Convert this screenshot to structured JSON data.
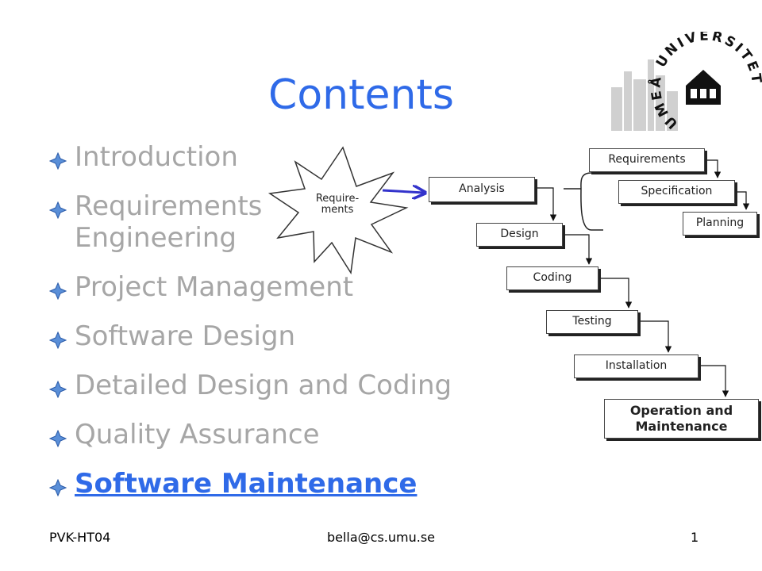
{
  "title": "Contents",
  "bullets": [
    "Introduction",
    "Requirements Engineering",
    "Project Management",
    "Software Design",
    "Detailed Design and Coding",
    "Quality Assurance",
    "Software Maintenance"
  ],
  "burst_label_1": "Require-",
  "burst_label_2": "ments",
  "flow": {
    "requirements": "Requirements",
    "specification": "Specification",
    "planning": "Planning",
    "analysis": "Analysis",
    "design": "Design",
    "coding": "Coding",
    "testing": "Testing",
    "installation": "Installation",
    "operation_1": "Operation and",
    "operation_2": "Maintenance"
  },
  "logo": {
    "text": "UMEÅ UNIVERSITET"
  },
  "footer": {
    "left": "PVK-HT04",
    "center": "bella@cs.umu.se",
    "right": "1"
  },
  "colors": {
    "accent": "#2f6ae8",
    "inactive": "#a6a6a6",
    "arrow": "#3333cc"
  }
}
